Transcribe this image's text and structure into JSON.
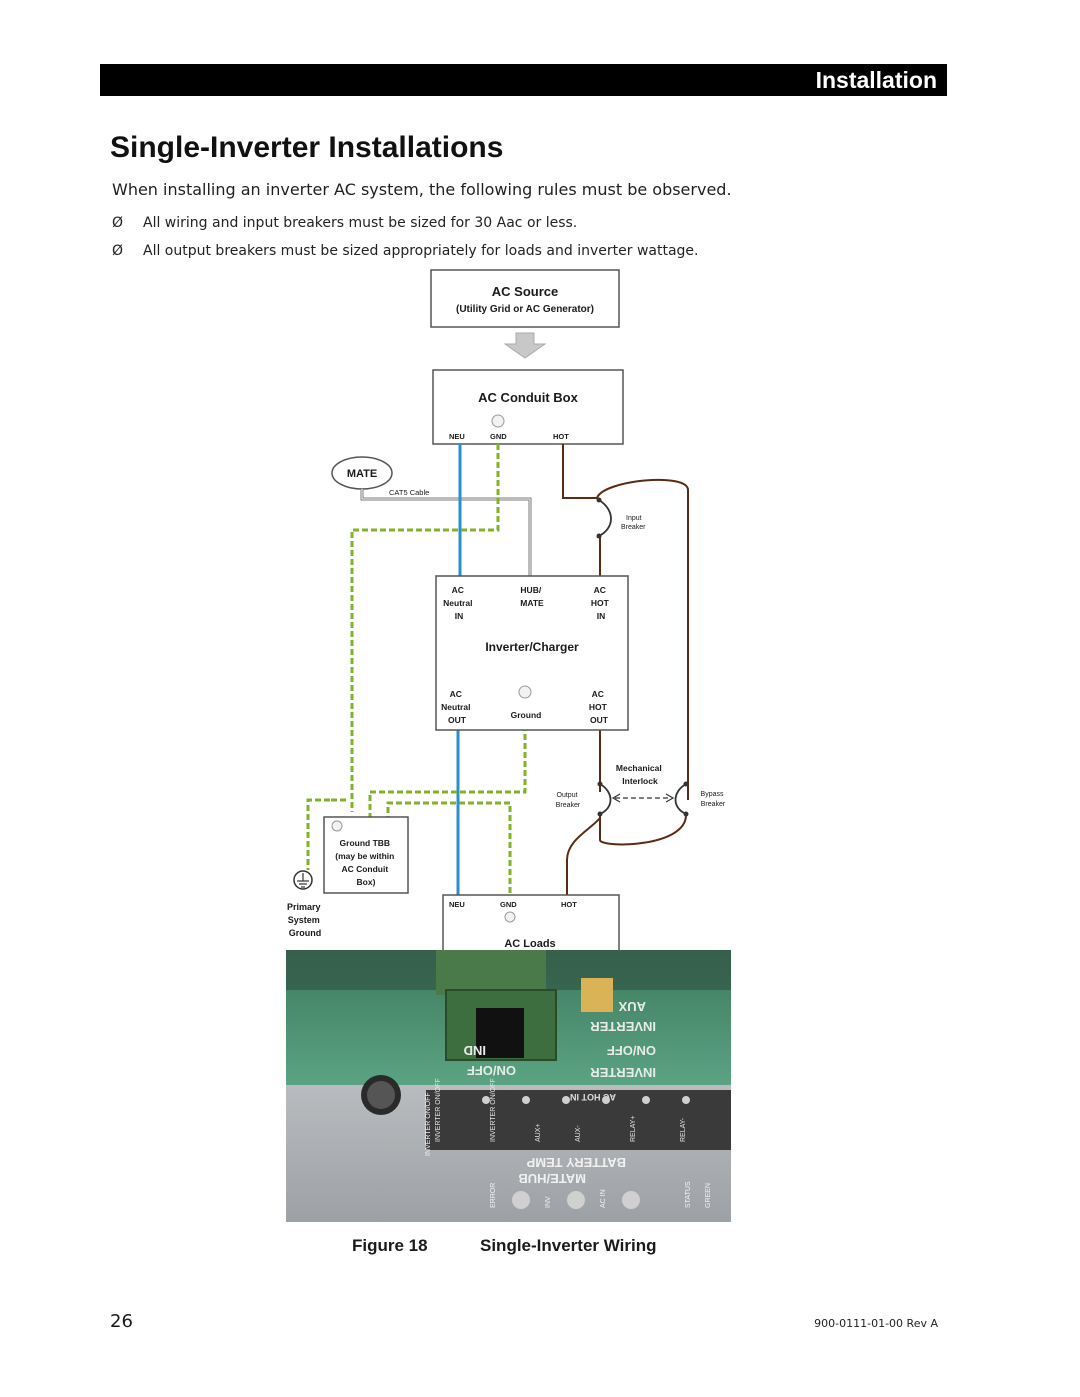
{
  "header": {
    "section": "Installation"
  },
  "page_title": "Single-Inverter Installations",
  "intro": "When installing an inverter AC system, the following rules must be observed.",
  "bullets": [
    "All wiring and input breakers must be sized for 30 Aac or less.",
    "All output breakers must be sized appropriately for loads and inverter wattage."
  ],
  "bullet_mark": "Ø",
  "diagram": {
    "ac_source": {
      "title": "AC Source",
      "subtitle": "(Utility Grid or AC Generator)"
    },
    "conduit_box": {
      "title": "AC Conduit Box",
      "neu": "NEU",
      "gnd": "GND",
      "hot": "HOT"
    },
    "mate": {
      "label": "MATE",
      "cable": "CAT5 Cable"
    },
    "input_breaker": {
      "line1": "Input",
      "line2": "Breaker"
    },
    "inverter": {
      "title": "Inverter/Charger",
      "in_neutral": [
        "AC",
        "Neutral",
        "IN"
      ],
      "hub_mate": [
        "HUB/",
        "MATE"
      ],
      "in_hot": [
        "AC",
        "HOT",
        "IN"
      ],
      "out_neutral": [
        "AC",
        "Neutral",
        "OUT"
      ],
      "ground": "Ground",
      "out_hot": [
        "AC",
        "HOT",
        "OUT"
      ]
    },
    "interlock": [
      "Mechanical",
      "Interlock"
    ],
    "output_breaker": [
      "Output",
      "Breaker"
    ],
    "bypass_breaker": [
      "Bypass",
      "Breaker"
    ],
    "ground_tbb": [
      "Ground TBB",
      "(may be within",
      "AC Conduit",
      "Box)"
    ],
    "primary_ground": [
      "Primary",
      "System",
      "Ground"
    ],
    "ac_loads": {
      "title": "AC Loads",
      "neu": "NEU",
      "gnd": "GND",
      "hot": "HOT"
    },
    "wire_colors": {
      "neutral": "#2a8fd0",
      "ground": "#7fb32a",
      "hot": "#5a2b12",
      "cat5": "#7a7a7a"
    }
  },
  "photo": {
    "silkscreen_top": [
      "INVERTER",
      "ON/OFF",
      "AUX",
      "IND",
      "ON/OFF",
      "INVERTER"
    ],
    "terminal_label": "AC HOT IN",
    "terminal_pins": [
      "INVERTER ON/OFF",
      "INVERTER ON/OFF",
      "AUX+",
      "AUX-",
      "RELAY+",
      "RELAY-"
    ],
    "battery_temp": "BATTERY TEMP",
    "mate_hub": "MATE/HUB",
    "indicators": [
      "ERROR",
      "INV",
      "AC IN"
    ],
    "side_labels": [
      "INVERTER ON/OFF",
      "STATUS",
      "GREEN"
    ]
  },
  "figure": {
    "number": "Figure 18",
    "title": "Single-Inverter Wiring"
  },
  "footer": {
    "page_number": "26",
    "doc_number": "900-0111-01-00 Rev A"
  }
}
